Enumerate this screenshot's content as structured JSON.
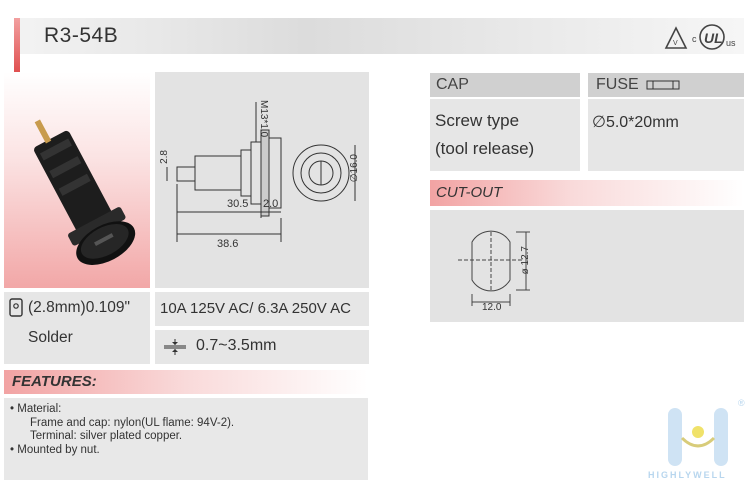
{
  "header": {
    "title": "R3-54B",
    "cert_marks": "c UL us"
  },
  "terminal": {
    "icon": "solder-tab-icon",
    "line1": "(2.8mm)0.109\"",
    "line2": "Solder"
  },
  "rating": "10A 125V AC/ 6.3A 250V AC",
  "panel": {
    "icon": "panel-thickness-icon",
    "text": "0.7~3.5mm"
  },
  "drawing": {
    "thread": "M13*1.0",
    "terminal_width": "2.8",
    "dim_a": "30.5",
    "dim_b": "2.0",
    "dim_c": "38.6",
    "diameter": "∅16.0"
  },
  "cap": {
    "label": "CAP",
    "line1": "Screw type",
    "line2": "(tool release)"
  },
  "fuse": {
    "label": "FUSE",
    "spec": "∅5.0*20mm"
  },
  "cutout": {
    "title": "CUT-OUT",
    "diameter": "ø 12.7",
    "width": "12.0"
  },
  "features": {
    "title": "FEATURES:",
    "items": [
      "Material:",
      "Frame and cap: nylon(UL flame: 94V-2).",
      "Terminal: silver plated copper.",
      "Mounted by nut."
    ]
  },
  "brand": {
    "name": "HIGHLYWELL",
    "mark": "®"
  },
  "colors": {
    "accent_red": "#e05050",
    "panel_gray": "#e6e6e6",
    "logo_blue": "#b8d6ee"
  }
}
